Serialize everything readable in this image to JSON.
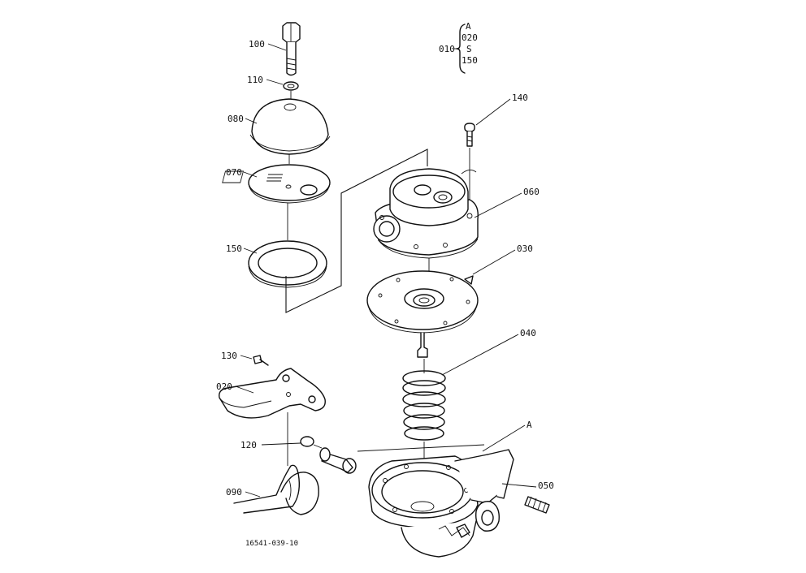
{
  "diagram": {
    "callouts": {
      "c100": "100",
      "c110": "110",
      "c080": "080",
      "c070": "070",
      "c150": "150",
      "c140": "140",
      "c060": "060",
      "c030": "030",
      "c040": "040",
      "c130": "130",
      "c020": "020",
      "c120": "120",
      "c090": "090",
      "c050": "050",
      "cA": "A"
    },
    "legend": {
      "group": "010",
      "top": "A",
      "first": "020",
      "range": "S",
      "last": "150"
    },
    "drawing_number": "16541-039-10"
  },
  "colors": {
    "ink": "#111111",
    "paper": "#ffffff"
  }
}
